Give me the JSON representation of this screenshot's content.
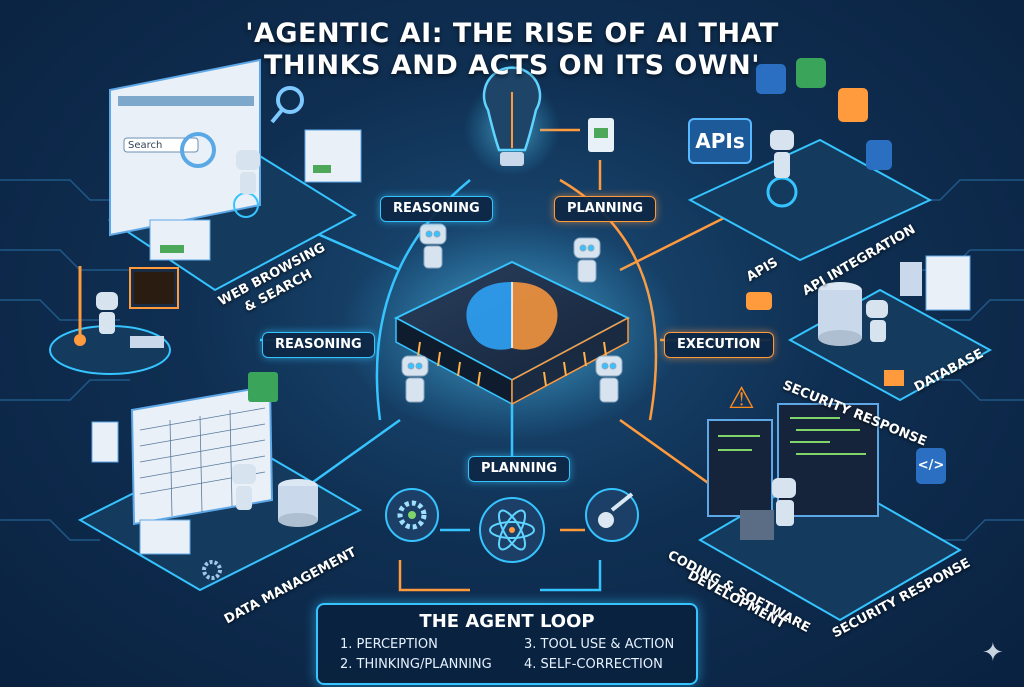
{
  "title_line1": "'AGENTIC AI: THE RISE OF AI THAT",
  "title_line2": "THINKS AND ACTS ON ITS OWN'",
  "pills": {
    "reasoning_top": "REASONING",
    "planning_top": "PLANNING",
    "reasoning_left": "REASONING",
    "execution": "EXECUTION",
    "planning_bottom": "PLANNING"
  },
  "labels": {
    "web_browsing": "WEB BROWSING",
    "search": "& SEARCH",
    "apis": "APIS",
    "api_integration": "API INTEGRATION",
    "security_response_right": "SECURITY RESPONSE",
    "database": "DATABASE",
    "data_management": "DATA MANAGEMENT",
    "coding": "CODING & SOFTWARE",
    "development": "DEVELOPMENT",
    "security_response_bottom": "SECURITY RESPONSE"
  },
  "apis_screen": "APIs",
  "search_box": "Search",
  "agent_loop": {
    "title": "THE AGENT LOOP",
    "items": [
      "1. PERCEPTION",
      "2. THINKING/PLANNING",
      "3. TOOL USE & ACTION",
      "4. SELF-CORRECTION"
    ]
  },
  "icons": {
    "code": "</>",
    "warning": "⚠",
    "sparkle": "✦"
  },
  "colors": {
    "glow_blue": "#35c4ff",
    "glow_orange": "#ff9a3d",
    "background": "#0f2f52"
  }
}
